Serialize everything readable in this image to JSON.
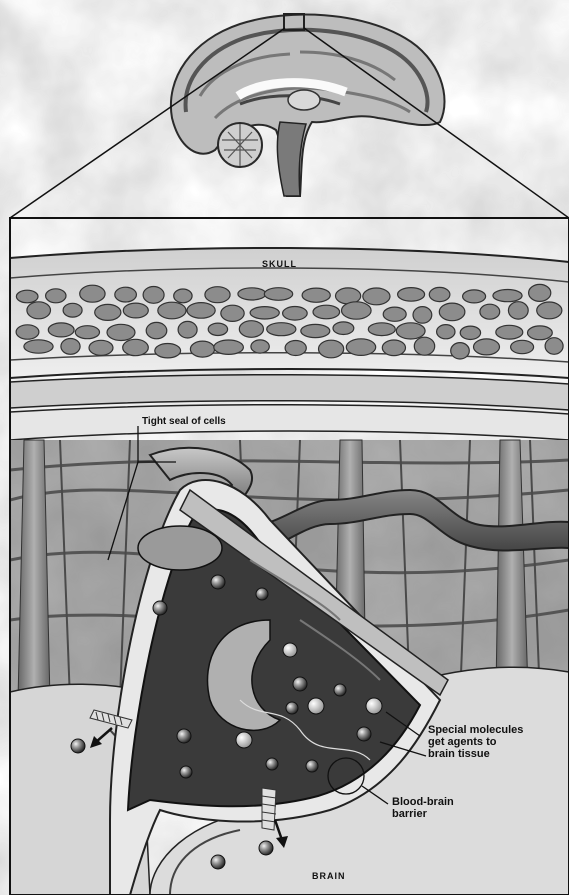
{
  "labels": {
    "skull": "SKULL",
    "tight_seal": "Tight seal of cells",
    "special_molecules": "Special molecules get agents to brain tissue",
    "blood_brain_barrier": "Blood-brain barrier",
    "brain": "BRAIN"
  },
  "colors": {
    "background": "#ffffff",
    "cloud": "#d6d6d6",
    "bone": "#e2e2e2",
    "dark_tissue": "#3a3a3a",
    "vessel": "#8a8a8a",
    "brain_tissue": "#dcdcdc"
  }
}
